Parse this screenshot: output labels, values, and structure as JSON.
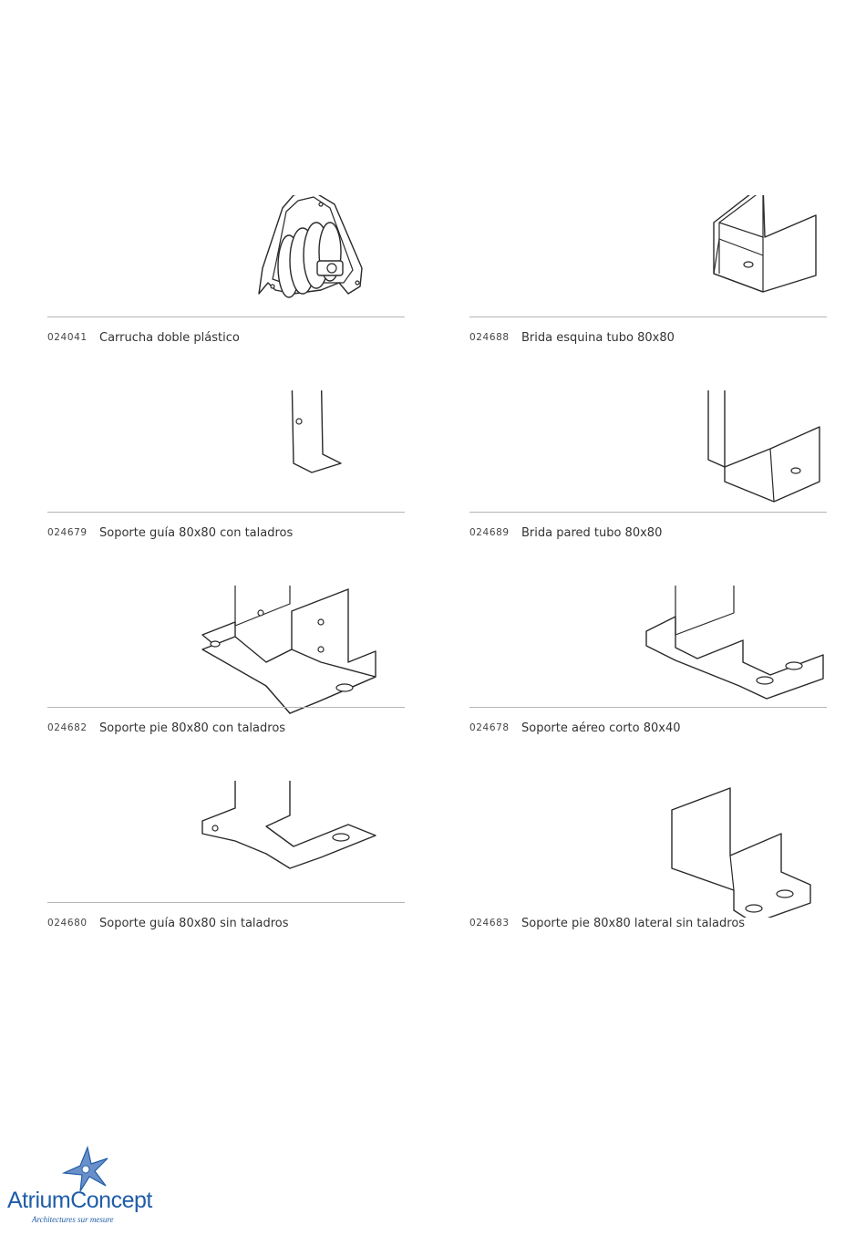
{
  "items": [
    {
      "code": "024041",
      "description": "Carrucha doble plástico",
      "drawing": "carrucha-doble"
    },
    {
      "code": "024688",
      "description": "Brida esquina tubo 80x80",
      "drawing": "brida-esquina"
    },
    {
      "code": "024679",
      "description": "Soporte guía 80x80 con taladros",
      "drawing": "soporte-guia-taladros"
    },
    {
      "code": "024689",
      "description": "Brida pared tubo 80x80",
      "drawing": "brida-pared"
    },
    {
      "code": "024682",
      "description": "Soporte pie 80x80 con taladros",
      "drawing": "soporte-pie-taladros"
    },
    {
      "code": "024678",
      "description": "Soporte aéreo corto 80x40",
      "drawing": "soporte-aereo-corto"
    },
    {
      "code": "024680",
      "description": "Soporte guía 80x80 sin taladros",
      "drawing": "soporte-guia-sin-taladros"
    },
    {
      "code": "024683",
      "description": "Soporte pie 80x80 lateral sin taladros",
      "drawing": "soporte-pie-lateral"
    }
  ],
  "logo": {
    "brand": "AtriumConcept",
    "tagline": "Architectures sur mesure",
    "colors": {
      "primary": "#1f5da8",
      "accent": "#6a8fc9"
    }
  }
}
